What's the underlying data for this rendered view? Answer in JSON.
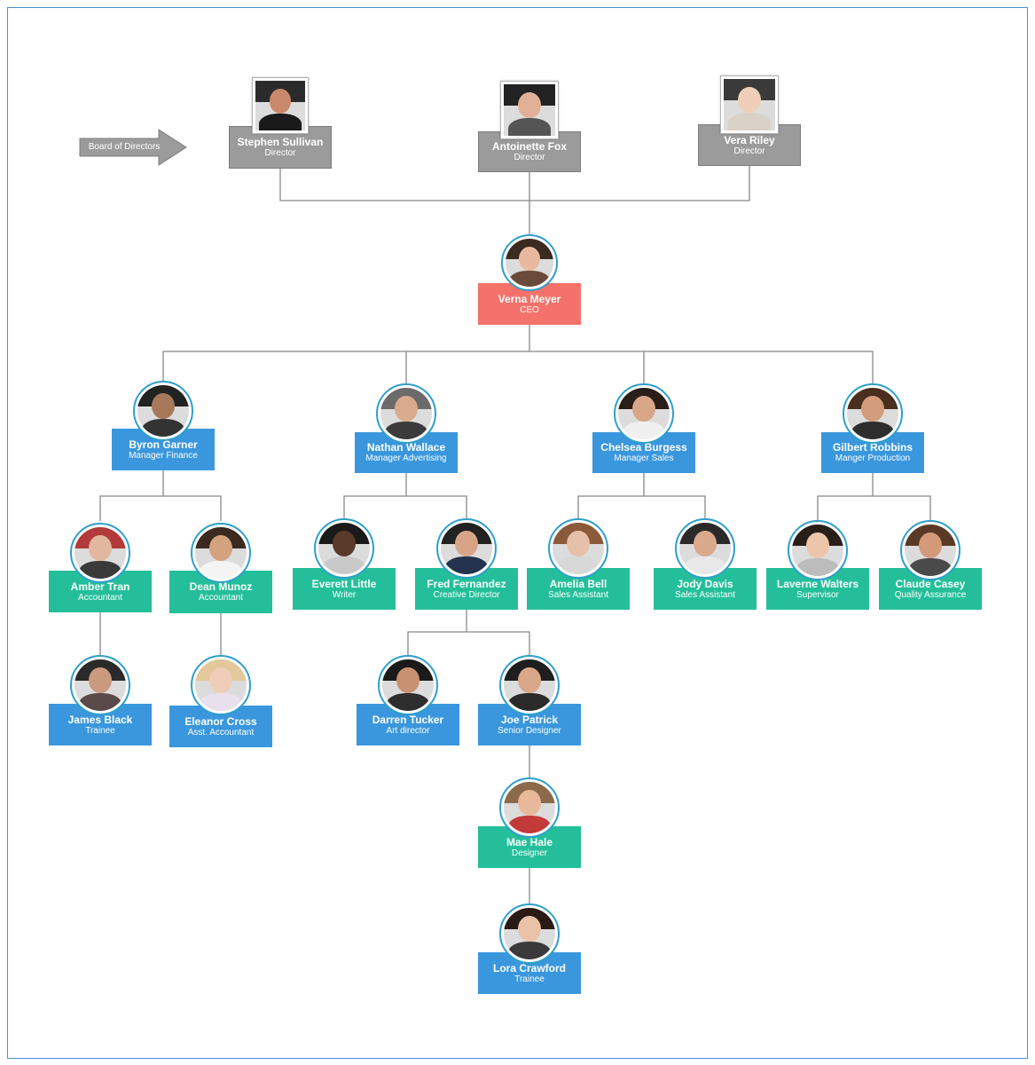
{
  "colors": {
    "director_box": "#9b9b9b",
    "ceo_box": "#f4726b",
    "manager_box": "#3a97dd",
    "staff_box": "#24bf9a",
    "connector": "#888888"
  },
  "board": {
    "label": "Board of Directors"
  },
  "people": [
    {
      "id": "stephen",
      "name": "Stephen Sullivan",
      "role": "Director",
      "kind": "director",
      "photo": {
        "skin": "#c9896a",
        "hair": "#2b2b2b",
        "shirt": "#1a1a1a"
      }
    },
    {
      "id": "antoinette",
      "name": "Antoinette Fox",
      "role": "Director",
      "kind": "director",
      "photo": {
        "skin": "#e0b196",
        "hair": "#222222",
        "shirt": "#555555"
      }
    },
    {
      "id": "vera_r",
      "name": "Vera Riley",
      "role": "Director",
      "kind": "director",
      "photo": {
        "skin": "#efcfb8",
        "hair": "#3a3a3a",
        "shirt": "#d8d2c8"
      }
    },
    {
      "id": "verna",
      "name": "Verna Meyer",
      "role": "CEO",
      "kind": "ceo",
      "photo": {
        "skin": "#e8b9a0",
        "hair": "#3a2a20",
        "shirt": "#6b4a3a"
      }
    },
    {
      "id": "byron",
      "name": "Byron Garner",
      "role": "Manager Finance",
      "kind": "manager",
      "photo": {
        "skin": "#a8785a",
        "hair": "#222222",
        "shirt": "#333333"
      }
    },
    {
      "id": "nathan",
      "name": "Nathan Wallace",
      "role": "Manager Advertising",
      "kind": "manager",
      "photo": {
        "skin": "#d9ab8c",
        "hair": "#6b6b6b",
        "shirt": "#3b3b3b"
      }
    },
    {
      "id": "chelsea",
      "name": "Chelsea Burgess",
      "role": "Manager Sales",
      "kind": "manager",
      "photo": {
        "skin": "#d8a78a",
        "hair": "#2a1e18",
        "shirt": "#f0f0f0"
      }
    },
    {
      "id": "gilbert",
      "name": "Gilbert Robbins",
      "role": "Manger Production",
      "kind": "manager",
      "photo": {
        "skin": "#d39c7c",
        "hair": "#4a2e1e",
        "shirt": "#2e2e2e"
      }
    },
    {
      "id": "amber",
      "name": "Amber Tran",
      "role": "Accountant",
      "kind": "staff",
      "photo": {
        "skin": "#e2b7a0",
        "hair": "#b33a3a",
        "shirt": "#3a3a3a"
      }
    },
    {
      "id": "dean",
      "name": "Dean Munoz",
      "role": "Accountant",
      "kind": "staff",
      "photo": {
        "skin": "#d5a27f",
        "hair": "#3a2a20",
        "shirt": "#f4f4f4"
      }
    },
    {
      "id": "everett",
      "name": "Everett Little",
      "role": "Writer",
      "kind": "staff",
      "photo": {
        "skin": "#5a3a2a",
        "hair": "#1a1a1a",
        "shirt": "#c9c9c9"
      }
    },
    {
      "id": "fred",
      "name": "Fred Fernandez",
      "role": "Creative Director",
      "kind": "staff",
      "photo": {
        "skin": "#d7a488",
        "hair": "#222222",
        "shirt": "#24344f"
      }
    },
    {
      "id": "amelia",
      "name": "Amelia Bell",
      "role": "Sales Assistant",
      "kind": "staff",
      "photo": {
        "skin": "#e6c0a8",
        "hair": "#8a5a3a",
        "shirt": "#d8d8d8"
      }
    },
    {
      "id": "jody",
      "name": "Jody Davis",
      "role": "Sales Assistant",
      "kind": "staff",
      "photo": {
        "skin": "#d9a98c",
        "hair": "#2a2a2a",
        "shirt": "#e8e8e8"
      }
    },
    {
      "id": "laverne",
      "name": "Laverne Walters",
      "role": "Supervisor",
      "kind": "staff",
      "photo": {
        "skin": "#ecc5aa",
        "hair": "#2a1e18",
        "shirt": "#bcbcbc"
      }
    },
    {
      "id": "claude",
      "name": "Claude Casey",
      "role": "Quality Assurance",
      "kind": "staff",
      "photo": {
        "skin": "#d29a78",
        "hair": "#5a3a26",
        "shirt": "#4a4a4a"
      }
    },
    {
      "id": "james",
      "name": "James Black",
      "role": "Trainee",
      "kind": "manager",
      "photo": {
        "skin": "#c99a7e",
        "hair": "#2a2a2a",
        "shirt": "#5a4a4a"
      }
    },
    {
      "id": "eleanor",
      "name": "Eleanor Cross",
      "role": "Asst. Accountant",
      "kind": "manager",
      "photo": {
        "skin": "#f0cdb8",
        "hair": "#e2c89a",
        "shirt": "#e8e0ea"
      }
    },
    {
      "id": "darren",
      "name": "Darren Tucker",
      "role": "Art director",
      "kind": "manager",
      "photo": {
        "skin": "#c89272",
        "hair": "#1a1a1a",
        "shirt": "#2e2e2e"
      }
    },
    {
      "id": "joe",
      "name": "Joe Patrick",
      "role": "Senior Designer",
      "kind": "manager",
      "photo": {
        "skin": "#d9a888",
        "hair": "#1e1e1e",
        "shirt": "#2a2a2a"
      }
    },
    {
      "id": "mae",
      "name": "Mae Hale",
      "role": "Designer",
      "kind": "staff",
      "photo": {
        "skin": "#e8b89a",
        "hair": "#8a6a4a",
        "shirt": "#c23a3a"
      }
    },
    {
      "id": "lora",
      "name": "Lora Crawford",
      "role": "Trainee",
      "kind": "manager",
      "photo": {
        "skin": "#e9c2a8",
        "hair": "#2a1a14",
        "shirt": "#3a3a3a"
      }
    }
  ]
}
